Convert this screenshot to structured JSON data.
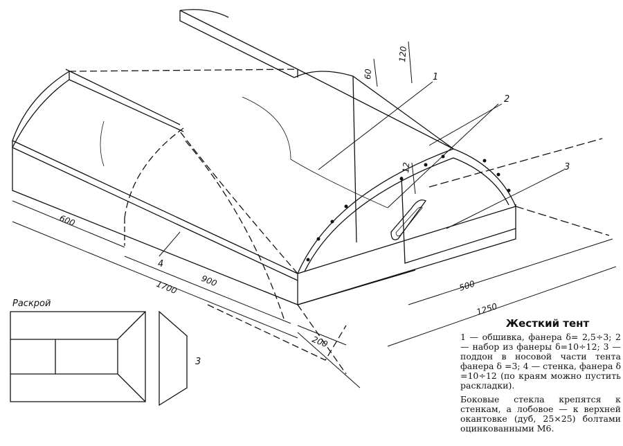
{
  "drawing": {
    "parts": {
      "p1": "1",
      "p2": "2",
      "p3": "3",
      "p4": "4"
    },
    "dimensions": {
      "d600": "600",
      "d1700": "1700",
      "d900": "900",
      "d200": "200",
      "d500": "500",
      "d1250": "1250",
      "d120": "120",
      "d60": "60",
      "d12": "12"
    },
    "cut_pattern": {
      "title": "Раскрой",
      "part": "3"
    }
  },
  "caption": {
    "title": "Жесткий тент",
    "legend": "1 — обшивка, фанера δ= 2,5÷3; 2 — набор из фанеры δ=10÷12; 3 — поддон в носовой части тента фанера δ =3; 4 — стенка, фанера δ =10÷12 (по краям можно пустить раскладки).",
    "note": "Боковые стекла крепятся к стенкам, а лобовое — к верхней окантовке (дуб, 25×25) болтами оцинкованными М6."
  }
}
